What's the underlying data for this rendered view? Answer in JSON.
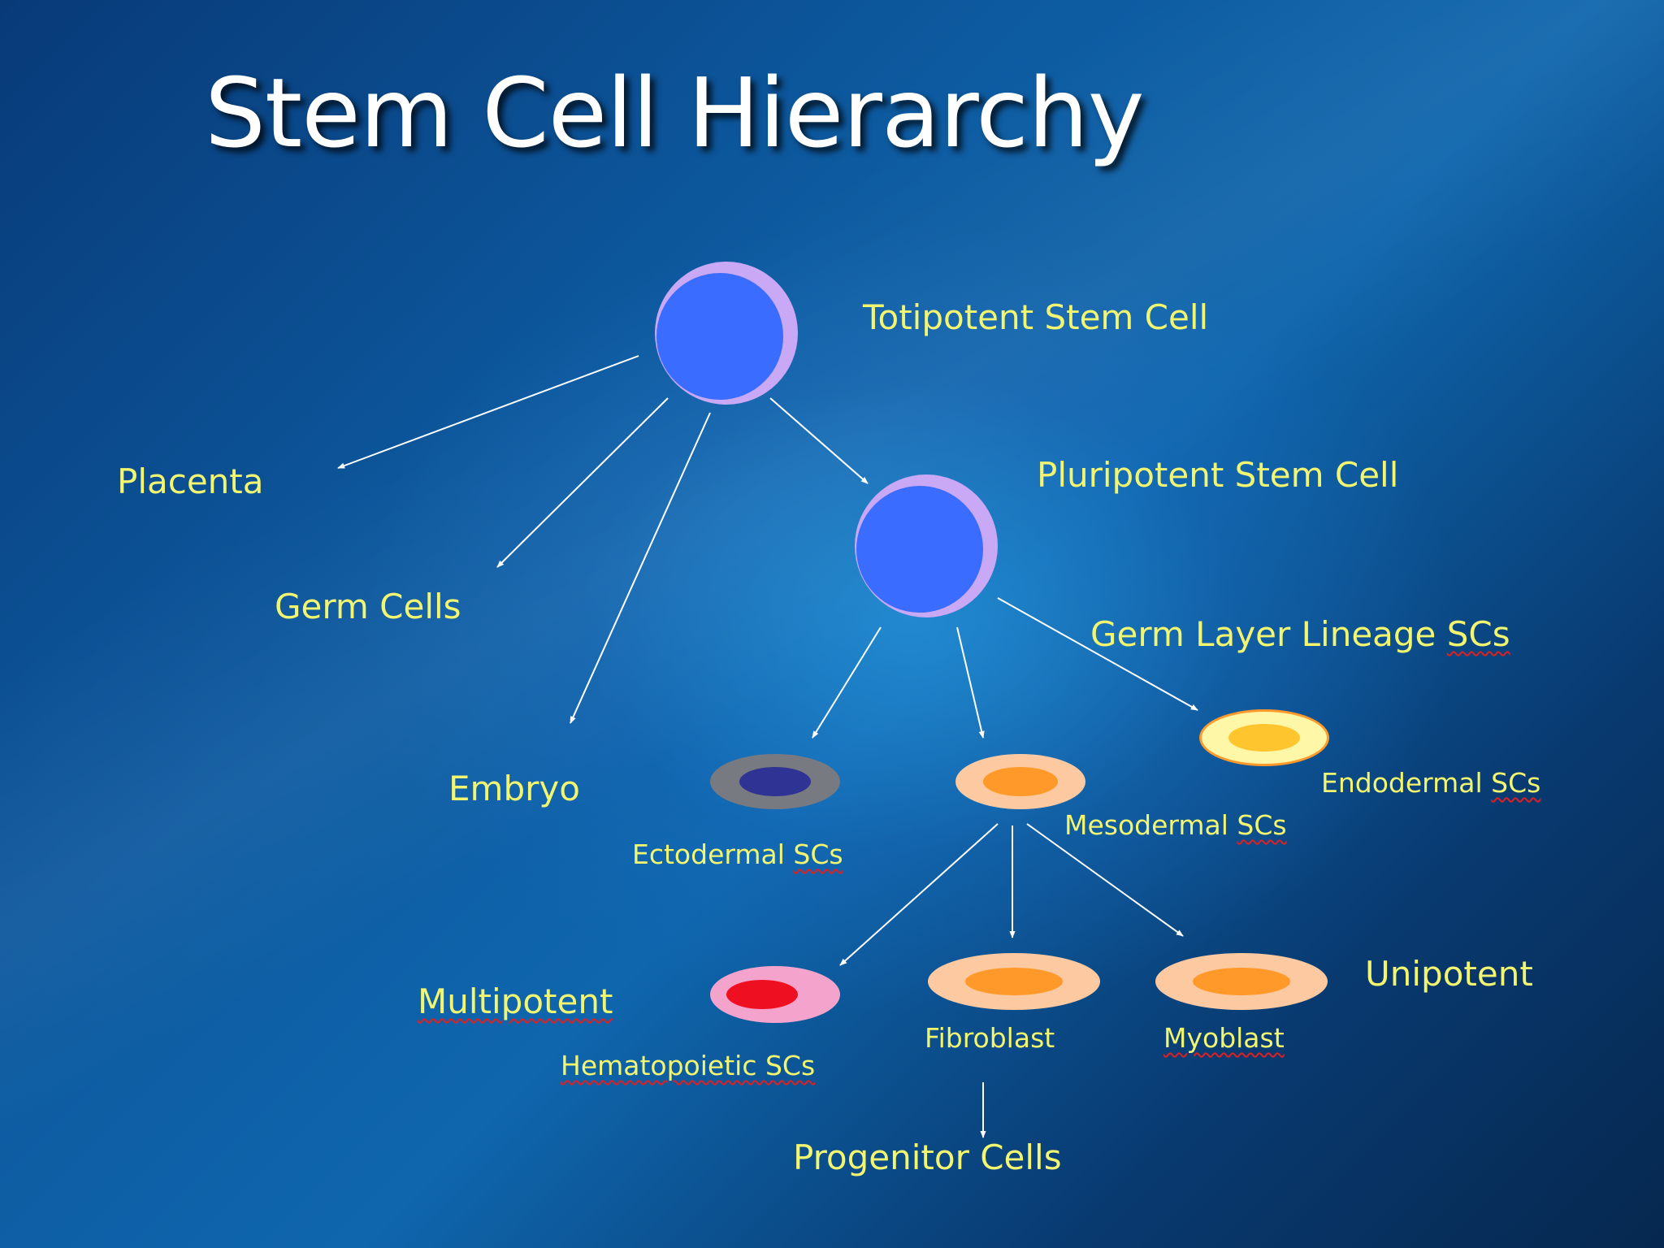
{
  "title": "Stem Cell Hierarchy",
  "nodes": {
    "totipotent": "Totipotent Stem Cell",
    "pluripotent": "Pluripotent Stem Cell",
    "placenta": "Placenta",
    "germ_cells": "Germ Cells",
    "embryo": "Embryo",
    "germ_layer_prefix": "Germ Layer Lineage ",
    "ectodermal_prefix": "Ectodermal ",
    "mesodermal_prefix": "Mesodermal ",
    "endodermal_prefix": "Endodermal ",
    "scs": "SCs",
    "multipotent": "Multipotent",
    "hematopoietic": "Hematopoietic SCs",
    "fibroblast": "Fibroblast",
    "myoblast": "Myoblast",
    "unipotent": "Unipotent",
    "progenitor": "Progenitor Cells"
  },
  "colors": {
    "label_text": "#f2f570",
    "title_text": "#ffffff",
    "arrow": "#ffffff",
    "stem_cell_outer": "#c9a8f5",
    "stem_cell_inner": "#3a6cff",
    "ectoderm_outer": "#777a80",
    "ectoderm_inner": "#2f3393",
    "mesoderm_outer": "#fcc9a0",
    "mesoderm_inner": "#ff9a2a",
    "endoderm_outer": "#fff7a8",
    "endoderm_inner": "#ffc52e",
    "hematopoietic_outer": "#f4a4cc",
    "hematopoietic_inner": "#ee1020"
  }
}
